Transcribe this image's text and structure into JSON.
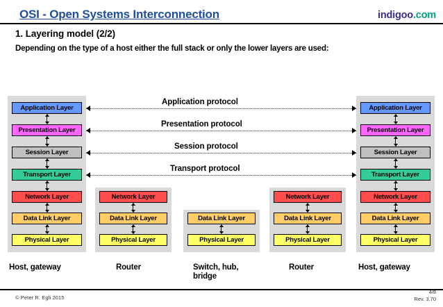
{
  "header": {
    "title": "OSI - Open Systems Interconnection",
    "brand_name": "indigoo",
    "brand_tld": ".com",
    "title_color": "#1F4E9C",
    "brand_color": "#3B2E8C",
    "brand_tld_color": "#00A080"
  },
  "section": {
    "heading": "1. Layering model (2/2)",
    "description": "Depending on the type of a host either the full stack or only the lower layers are used:"
  },
  "layer_colors": {
    "application": "#6699FF",
    "presentation": "#FF66FF",
    "session": "#BFBFBF",
    "transport": "#33CC99",
    "network": "#FF4D4D",
    "data_link": "#FFCC66",
    "physical": "#FFFF66",
    "panel_background": "#D9D9D9"
  },
  "layer_names": {
    "application": "Application Layer",
    "presentation": "Presentation Layer",
    "session": "Session Layer",
    "transport": "Transport Layer",
    "network": "Network Layer",
    "data_link": "Data Link Layer",
    "physical": "Physical Layer"
  },
  "protocols": [
    {
      "label": "Application protocol"
    },
    {
      "label": "Presentation protocol"
    },
    {
      "label": "Session protocol"
    },
    {
      "label": "Transport protocol"
    }
  ],
  "stacks": [
    {
      "id": "host-left",
      "caption": "Host, gateway",
      "layers": [
        "Application Layer",
        "Presentation Layer",
        "Session Layer",
        "Transport Layer",
        "Network Layer",
        "Data Link Layer",
        "Physical Layer"
      ]
    },
    {
      "id": "router-left",
      "caption": "Router",
      "layers": [
        "Network Layer",
        "Data Link Layer",
        "Physical Layer"
      ]
    },
    {
      "id": "switch",
      "caption_line1": "Switch, hub,",
      "caption_line2": "bridge",
      "layers": [
        "Data Link Layer",
        "Physical Layer"
      ]
    },
    {
      "id": "router-right",
      "caption": "Router",
      "layers": [
        "Network Layer",
        "Data Link Layer",
        "Physical Layer"
      ]
    },
    {
      "id": "host-right",
      "caption": "Host, gateway",
      "layers": [
        "Application Layer",
        "Presentation Layer",
        "Session Layer",
        "Transport Layer",
        "Network Layer",
        "Data Link Layer",
        "Physical Layer"
      ]
    }
  ],
  "footer": {
    "copyright": "© Peter R. Egli 2015",
    "page": "4/8",
    "revision": "Rev. 3.70"
  }
}
